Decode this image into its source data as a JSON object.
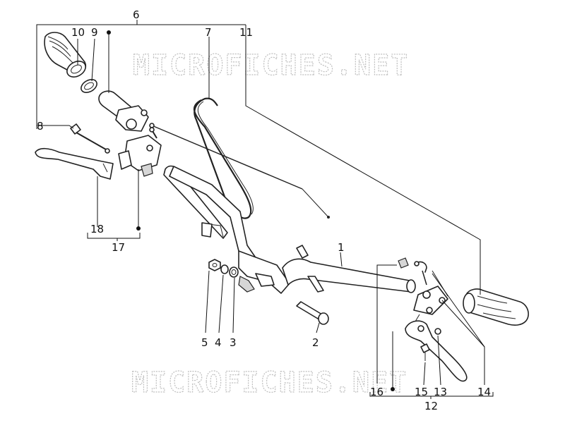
{
  "watermark": "MICROFICHES.NET",
  "callouts": {
    "c1": "1",
    "c2": "2",
    "c3": "3",
    "c4": "4",
    "c5": "5",
    "c6": "6",
    "c7": "7",
    "c8": "8",
    "c9": "9",
    "c10": "10",
    "c11": "11",
    "c12": "12",
    "c13": "13",
    "c14": "14",
    "c15": "15",
    "c16": "16",
    "c17": "17",
    "c18": "18"
  }
}
